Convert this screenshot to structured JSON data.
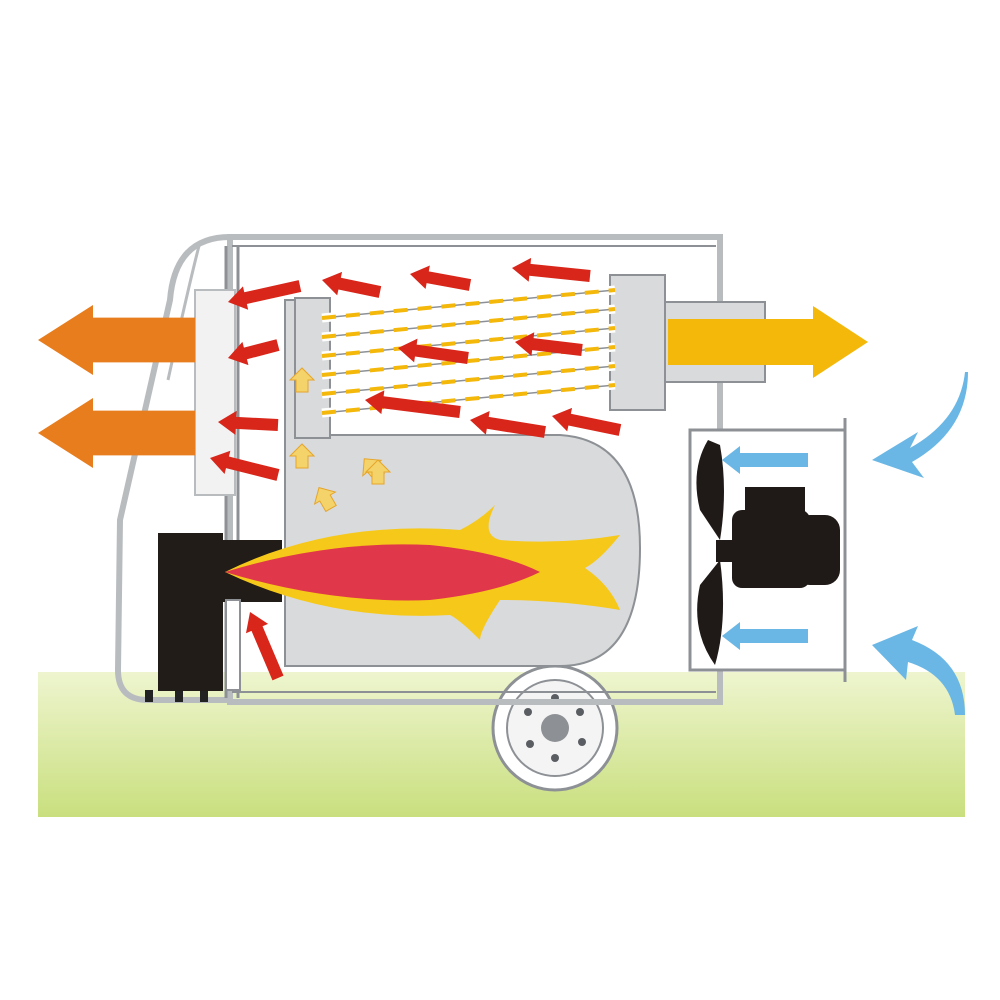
{
  "colors": {
    "background": "#ffffff",
    "ground_top": "#eef5cf",
    "ground_bottom": "#c9df7e",
    "frame": "#b9bcbf",
    "frame_dark": "#8d9195",
    "chamber": "#d9dadb",
    "hot_air": "#e87d1e",
    "exhaust": "#f4b80b",
    "cold_air": "#6ab7e6",
    "combustion_flow": "#d8261a",
    "heat_rise": "#f5d36b",
    "flame_outer": "#f6c81a",
    "flame_inner": "#e0384a",
    "fan": "#1f1a17",
    "burner": "#221c18",
    "tube_dash": "#f4b80b"
  },
  "components": {
    "hot_air_outlets": [
      "arrow-left",
      "arrow-left"
    ],
    "exhaust_outlet": "arrow-right",
    "cold_air_inlets": [
      "curved-arrow",
      "curved-arrow"
    ],
    "fan_intake_arrows": [
      "arrow-left",
      "arrow-left"
    ],
    "heat_exchanger_tubes": 6,
    "icons": [
      "flame-icon",
      "fan-icon",
      "motor-icon",
      "wheel-icon",
      "burner-icon"
    ]
  }
}
